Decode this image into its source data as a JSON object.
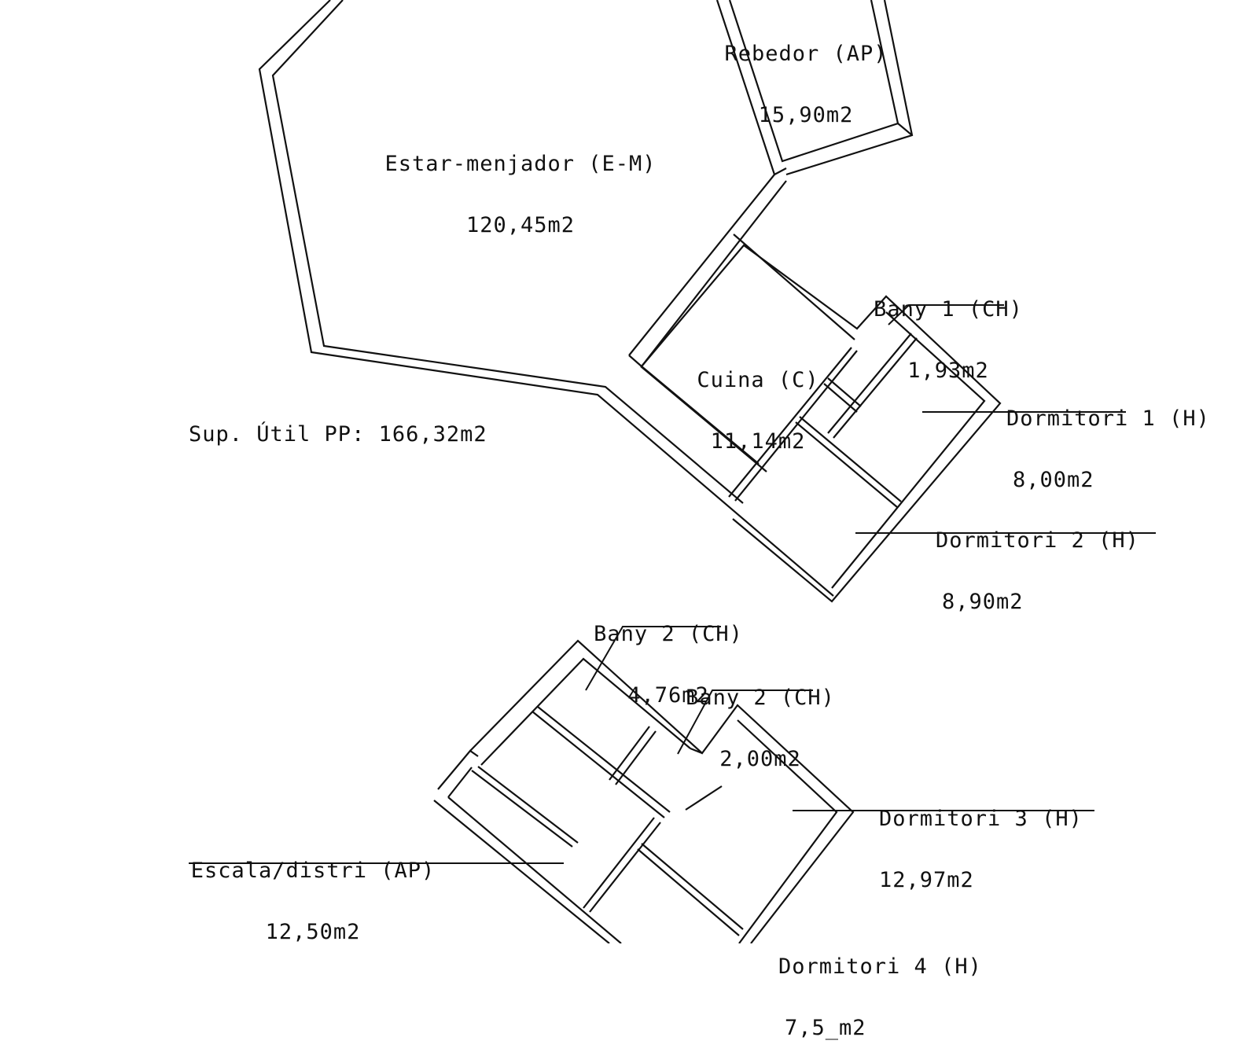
{
  "drawing": {
    "type": "floor-plan",
    "line_color": "#111111",
    "background": "#ffffff",
    "total_usable_area_label": "Sup. Útil PP: 166,32m2"
  },
  "rooms": [
    {
      "id": "rebedor",
      "name": "Rebedor (AP)",
      "area": "15,90m2"
    },
    {
      "id": "estar-menjador",
      "name": "Estar-menjador (E-M)",
      "area": "120,45m2"
    },
    {
      "id": "cuina",
      "name": "Cuina (C)",
      "area": "11,14m2"
    },
    {
      "id": "bany-1",
      "name": "Bany 1 (CH)",
      "area": "1,93m2"
    },
    {
      "id": "dormitori-1",
      "name": "Dormitori 1 (H)",
      "area": "8,00m2"
    },
    {
      "id": "dormitori-2",
      "name": "Dormitori 2 (H)",
      "area": "8,90m2"
    },
    {
      "id": "bany-2a",
      "name": "Bany 2 (CH)",
      "area": "4,76m2"
    },
    {
      "id": "bany-2b",
      "name": "Bany 2 (CH)",
      "area": "2,00m2"
    },
    {
      "id": "dormitori-3",
      "name": "Dormitori 3 (H)",
      "area": "12,97m2"
    },
    {
      "id": "escala-distri",
      "name": "Escala/distri (AP)",
      "area": "12,50m2"
    },
    {
      "id": "dormitori-4",
      "name": "Dormitori 4 (H)",
      "area": "7,5_m2"
    }
  ]
}
